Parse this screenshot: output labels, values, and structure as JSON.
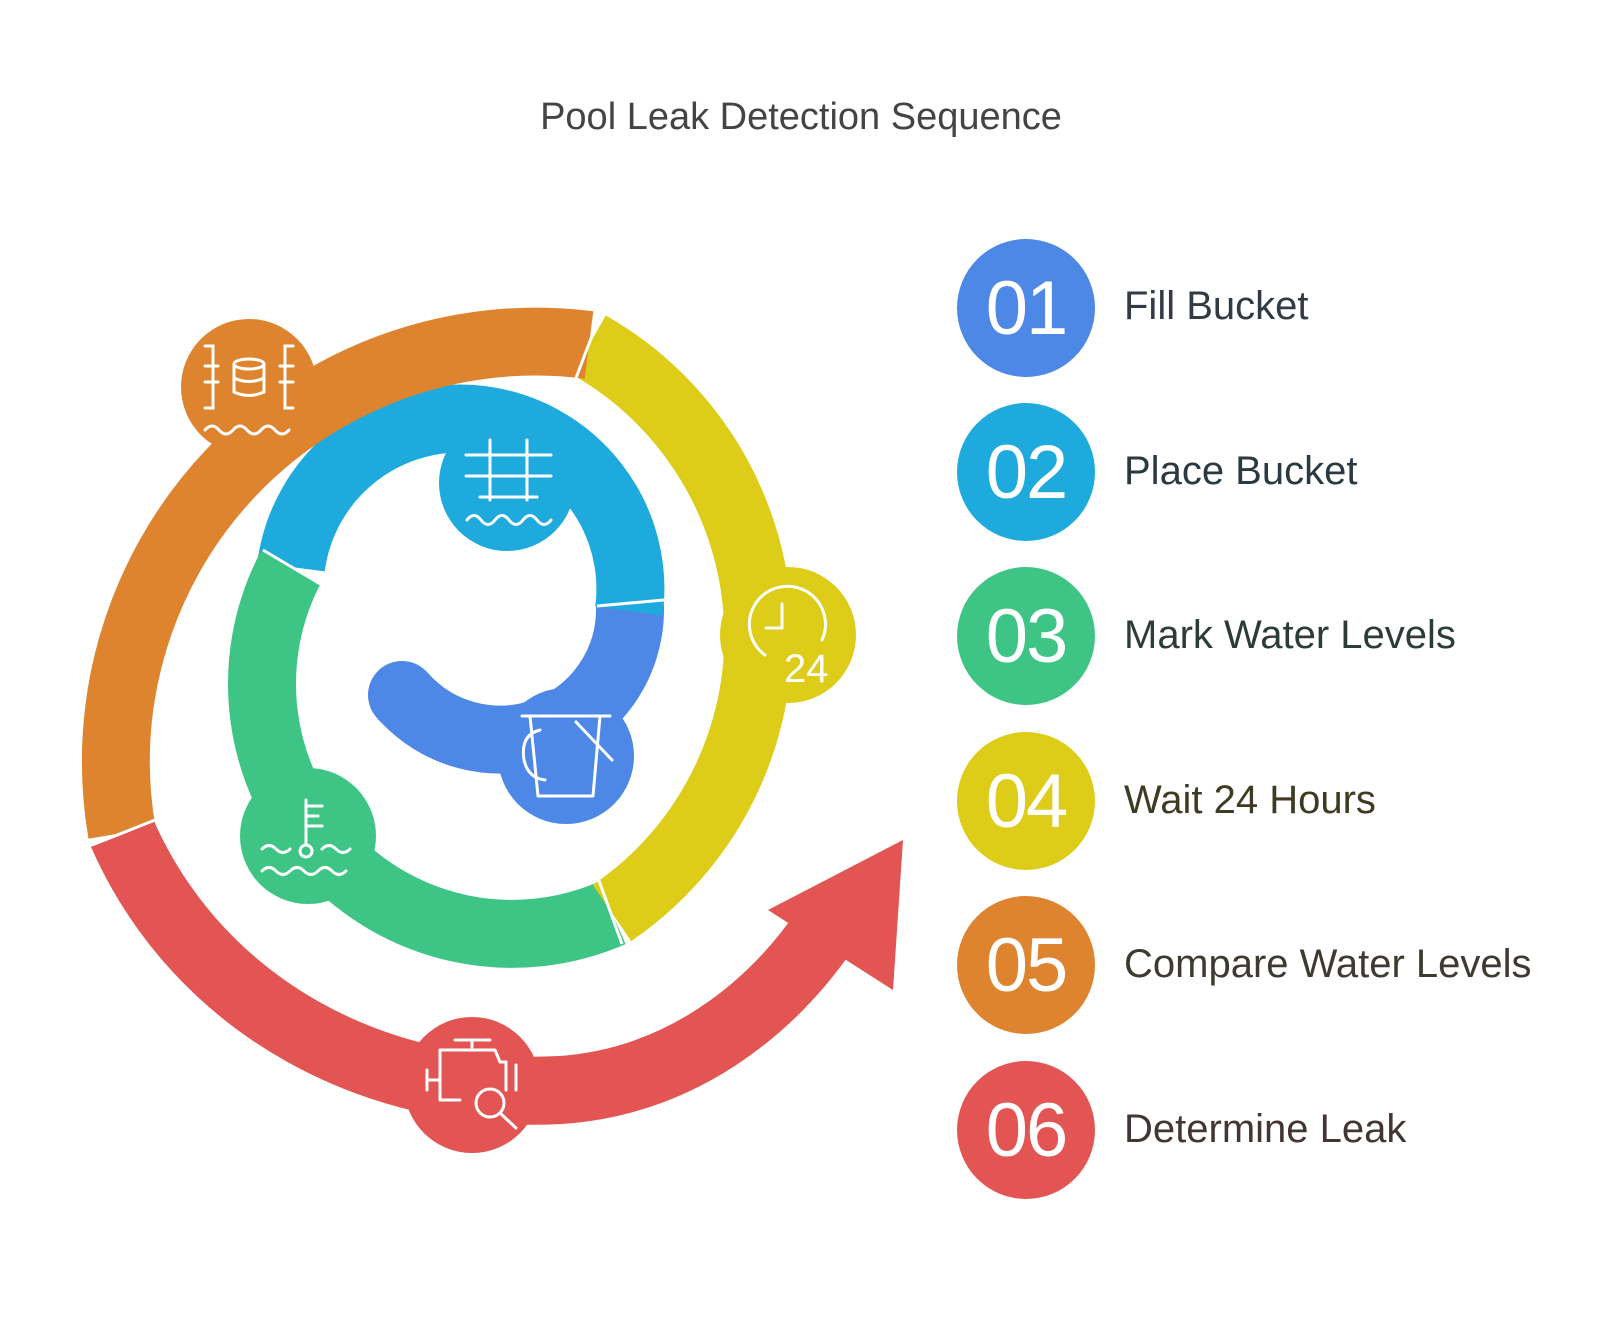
{
  "title": "Pool Leak Detection Sequence",
  "colors": {
    "blue": "#4E88E6",
    "cyan": "#1EAADD",
    "green": "#3EC585",
    "yellow": "#DDCC18",
    "orange": "#DE842F",
    "red": "#E25553"
  },
  "steps": [
    {
      "number": "01",
      "label": "Fill Bucket",
      "color": "#4E88E6",
      "label_color": "#333a44",
      "icon": "bucket-icon"
    },
    {
      "number": "02",
      "label": "Place Bucket",
      "color": "#1EAADD",
      "label_color": "#2a3a40",
      "icon": "pool-ladder-icon"
    },
    {
      "number": "03",
      "label": "Mark Water Levels",
      "color": "#3EC585",
      "label_color": "#2d3d35",
      "icon": "water-level-gauge-icon"
    },
    {
      "number": "04",
      "label": "Wait 24 Hours",
      "color": "#DDCC18",
      "label_color": "#3d3b22",
      "icon": "clock-24-icon"
    },
    {
      "number": "05",
      "label": "Compare Water Levels",
      "color": "#DE842F",
      "label_color": "#3e3a33",
      "icon": "water-compare-icon"
    },
    {
      "number": "06",
      "label": "Determine Leak",
      "color": "#E25553",
      "label_color": "#443535",
      "icon": "leak-inspect-icon"
    }
  ]
}
